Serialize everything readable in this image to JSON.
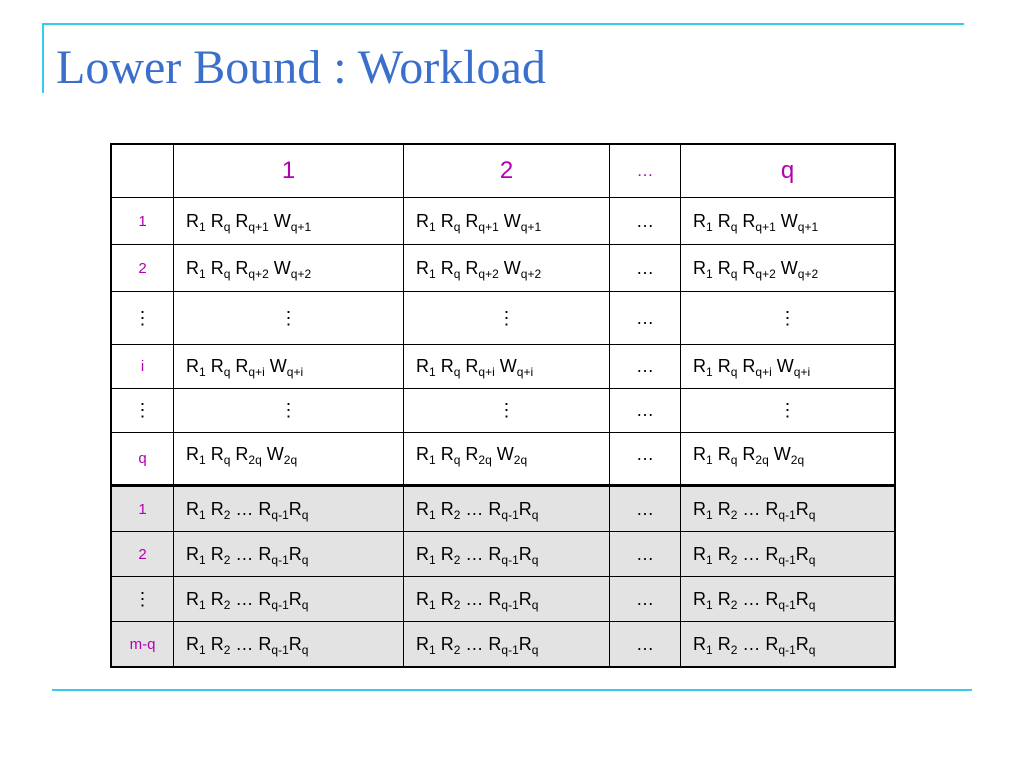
{
  "title": "Lower Bound : Workload",
  "header": [
    "",
    "1",
    "2",
    "…",
    "q"
  ],
  "row_labels": [
    "1",
    "2",
    "⋮",
    "i",
    "⋮",
    "q",
    "1",
    "2",
    "⋮",
    "m-q"
  ],
  "hdots": "…",
  "vdots": "⋮",
  "sym": {
    "R": "R",
    "W": "W",
    "s1": "1",
    "s2": "2",
    "sq": "q",
    "sq1": "q+1",
    "sq2": "q+2",
    "sqi": "q+i",
    "s2q": "2q",
    "sqm1": "q-1"
  }
}
